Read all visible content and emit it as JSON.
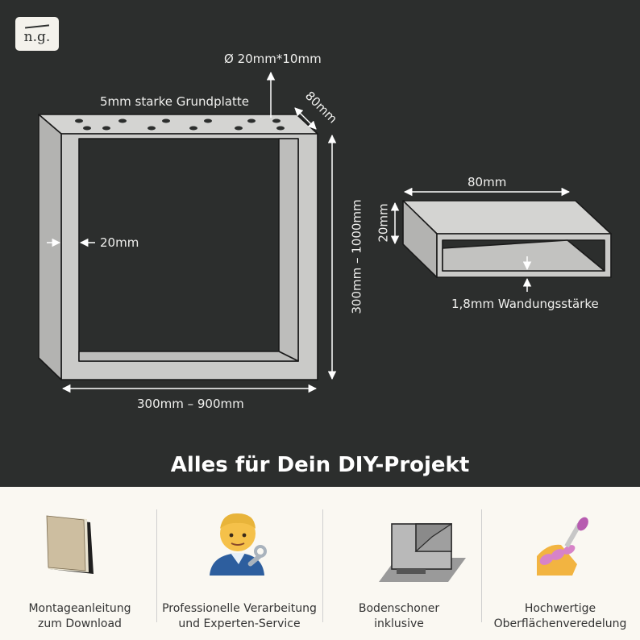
{
  "brand": {
    "logo_text": "n.g."
  },
  "diagram": {
    "label_hole": "Ø 20mm*10mm",
    "label_plate": "5mm starke Grundplatte",
    "label_depth": "80mm",
    "label_wall": "20mm",
    "label_height": "300mm – 1000mm",
    "label_width": "300mm – 900mm",
    "profile_width": "80mm",
    "profile_height": "20mm",
    "profile_wall": "1,8mm Wandungsstärke"
  },
  "headline": "Alles für Dein DIY-Projekt",
  "features": [
    {
      "icon": "book-icon",
      "line1": "Montageanleitung",
      "line2": "zum Download"
    },
    {
      "icon": "mechanic-icon",
      "line1": "Professionelle Verarbeitung",
      "line2": "und Experten-Service"
    },
    {
      "icon": "floor-protector-icon",
      "line1": "Bodenschoner",
      "line2": "inklusive"
    },
    {
      "icon": "nail-polish-icon",
      "line1": "Hochwertige",
      "line2": "Oberflächenveredelung"
    }
  ],
  "colors": {
    "background": "#2c2e2d",
    "panel": "#faf8f2",
    "frame": "#d4d4d2"
  }
}
